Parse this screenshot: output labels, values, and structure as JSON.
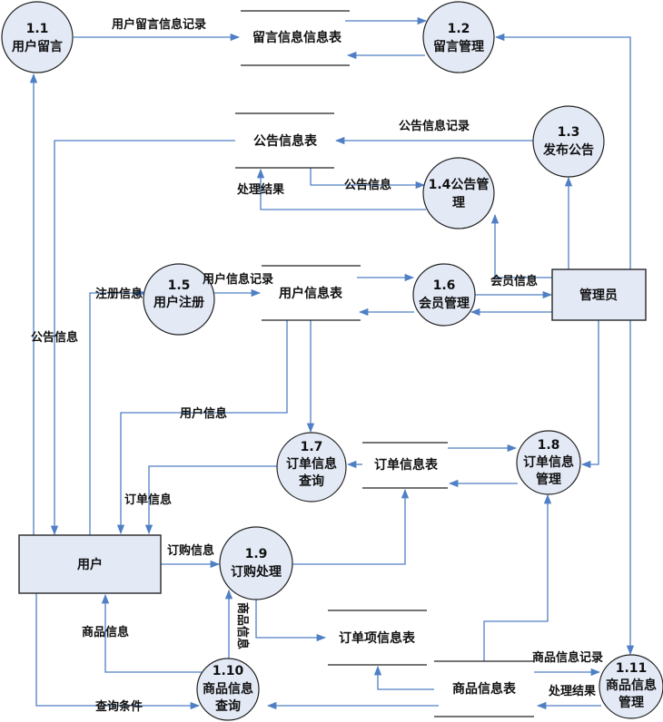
{
  "processes": [
    {
      "id": "1.1",
      "lines": [
        "用户留言"
      ]
    },
    {
      "id": "1.2",
      "lines": [
        "留言管理"
      ]
    },
    {
      "id": "1.3",
      "lines": [
        "发布公告"
      ]
    },
    {
      "id": "1.4",
      "lines": [
        "1.4公告管",
        "理"
      ]
    },
    {
      "id": "1.5",
      "lines": [
        "用户注册"
      ]
    },
    {
      "id": "1.6",
      "lines": [
        "会员管理"
      ]
    },
    {
      "id": "1.7",
      "lines": [
        "订单信息",
        "查询"
      ]
    },
    {
      "id": "1.8",
      "lines": [
        "订单信息",
        "管理"
      ]
    },
    {
      "id": "1.9",
      "lines": [
        "订购处理"
      ]
    },
    {
      "id": "1.10",
      "lines": [
        "商品信息",
        "查询"
      ]
    },
    {
      "id": "1.11",
      "lines": [
        "商品信息",
        "管理"
      ]
    }
  ],
  "entities": {
    "admin": "管理员",
    "user": "用户"
  },
  "stores": {
    "message": "留言信息信息表",
    "notice": "公告信息表",
    "userinfo": "用户信息表",
    "order": "订单信息表",
    "orderitem": "订单项信息表",
    "product": "商品信息表"
  },
  "flows": {
    "user_message_record": "用户留言信息记录",
    "notice_record": "公告信息记录",
    "notice_info_1": "公告信息",
    "process_result_1": "处理结果",
    "notice_info_2": "公告信息",
    "member_info": "会员信息",
    "register_info": "注册信息",
    "user_info_record": "用户信息记录",
    "user_info": "用户信息",
    "order_info": "订单信息",
    "purchase_info": "订购信息",
    "product_info_1": "商品信息",
    "product_info_2": "商品信息",
    "query_condition": "查询条件",
    "product_info_record": "商品信息记录",
    "process_result_2": "处理结果"
  },
  "colors": {
    "flow": "#4f7fc4",
    "node_fill": "#e3eaf6"
  }
}
